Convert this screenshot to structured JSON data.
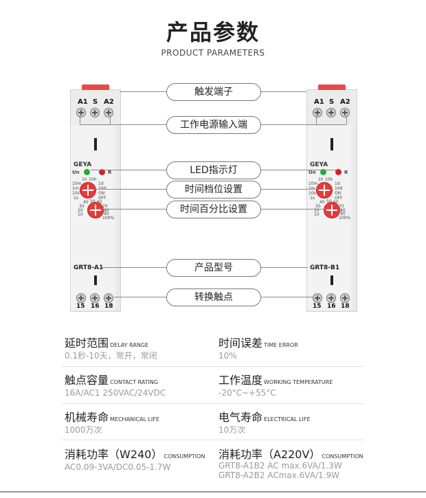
{
  "header": {
    "title": "产品参数",
    "subtitle": "PRODUCT PARAMETERS"
  },
  "callouts": [
    "触发端子",
    "工作电源输入端",
    "LED指示灯",
    "时间档位设置",
    "时间百分比设置",
    "产品型号",
    "转换触点"
  ],
  "device": {
    "brand": "GEYA",
    "top_terminals": [
      "A1",
      "S",
      "A2"
    ],
    "bottom_terminals": [
      "15",
      "16",
      "18"
    ],
    "led_labels": [
      "Un",
      "R"
    ],
    "range_marks": [
      "1h",
      "10h",
      "10m",
      "1d",
      "1m",
      "10d",
      "10s",
      "ON",
      "1s",
      "OFF"
    ],
    "percent_marks": [
      "40",
      "50",
      "60",
      "30",
      "70",
      "20",
      "80",
      "10",
      "90",
      "100%"
    ],
    "left_model": "GRT8-A1",
    "right_model": "GRT8-B1",
    "colors": {
      "knob": "#e63a3a",
      "led_green": "#22aa33",
      "led_red": "#d82020",
      "tab": "#e84a4a"
    }
  },
  "specs": [
    {
      "label": "延时范围",
      "en": "DELAY RANGE",
      "value": [
        "0.1秒-10天，常开，常闭"
      ]
    },
    {
      "label": "时间误差",
      "en": "TIME ERROR",
      "value": [
        "10%"
      ]
    },
    {
      "label": "触点容量",
      "en": "CONTACT RATING",
      "value": [
        "16A/AC1  250VAC/24VDC"
      ]
    },
    {
      "label": "工作温度",
      "en": "WORKING TEMPERATURE",
      "value": [
        "-20°C~+55°C"
      ]
    },
    {
      "label": "机械寿命",
      "en": "MECHANICAL LIFE",
      "value": [
        "1000万次"
      ]
    },
    {
      "label": "电气寿命",
      "en": "ELECTRICAL LIFE",
      "value": [
        "10万次"
      ]
    },
    {
      "label": "消耗功率（W240）",
      "en": "CONSUMPTION",
      "value": [
        "AC0.09-3VA/DC0.05-1.7W"
      ]
    },
    {
      "label": "消耗功率（A220V）",
      "en": "CONSUMPTION",
      "value": [
        "GRT8-A1B2  AC max.6VA/1.3W",
        "GRT8-A2B2  ACmax.6VA/1.9W"
      ]
    }
  ]
}
